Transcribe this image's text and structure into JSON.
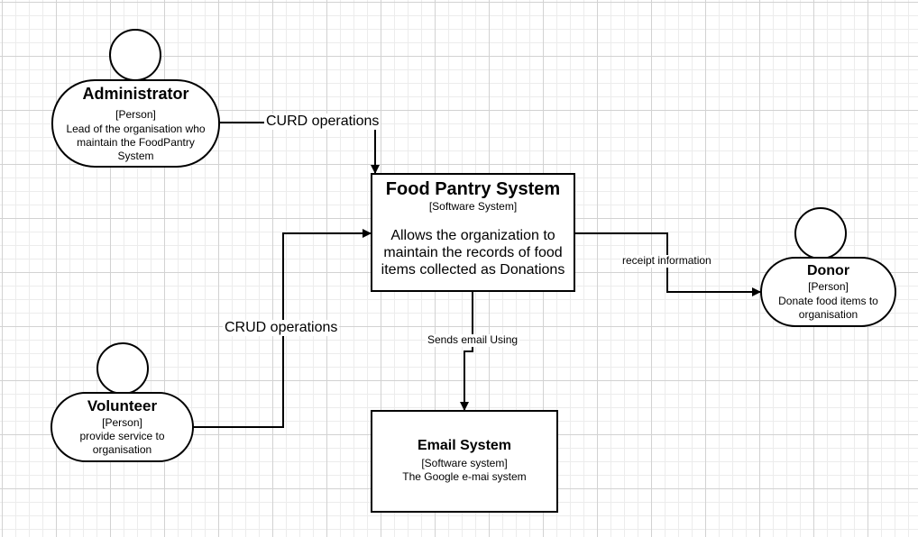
{
  "persons": {
    "administrator": {
      "name": "Administrator",
      "type": "[Person]",
      "description": "Lead of the organisation who maintain the FoodPantry System"
    },
    "volunteer": {
      "name": "Volunteer",
      "type": "[Person]",
      "description": "provide service to organisation"
    },
    "donor": {
      "name": "Donor",
      "type": "[Person]",
      "description": "Donate food items to organisation"
    }
  },
  "systems": {
    "food_pantry": {
      "name": "Food Pantry System",
      "type": "[Software System]",
      "description": "Allows the organization to maintain the records of food items collected as Donations"
    },
    "email": {
      "name": "Email System",
      "type": "[Software system]",
      "description": "The Google e-mai system"
    }
  },
  "relationships": {
    "admin_to_system": "CURD operations",
    "volunteer_to_system": "CRUD operations",
    "system_to_donor": "receipt information",
    "system_to_email": "Sends email Using"
  }
}
